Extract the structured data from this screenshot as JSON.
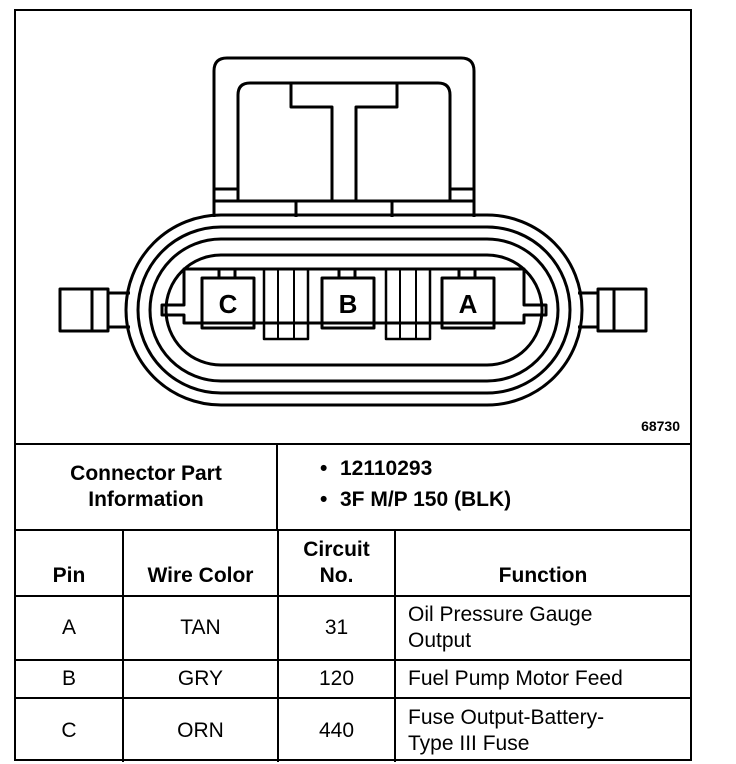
{
  "figure_number": "68730",
  "connector": {
    "pin_labels": [
      "C",
      "B",
      "A"
    ]
  },
  "part_info": {
    "label_line1": "Connector Part",
    "label_line2": "Information",
    "items": [
      "12110293",
      "3F M/P 150 (BLK)"
    ]
  },
  "pin_table": {
    "headers": {
      "pin": "Pin",
      "wire_color": "Wire Color",
      "circuit_line1": "Circuit",
      "circuit_line2": "No.",
      "function": "Function"
    },
    "rows": [
      {
        "pin": "A",
        "wire_color": "TAN",
        "circuit": "31",
        "function_line1": "Oil Pressure Gauge",
        "function_line2": "Output"
      },
      {
        "pin": "B",
        "wire_color": "GRY",
        "circuit": "120",
        "function_line1": "Fuel Pump Motor Feed",
        "function_line2": ""
      },
      {
        "pin": "C",
        "wire_color": "ORN",
        "circuit": "440",
        "function_line1": "Fuse Output-Battery-",
        "function_line2": "Type III Fuse"
      }
    ]
  }
}
